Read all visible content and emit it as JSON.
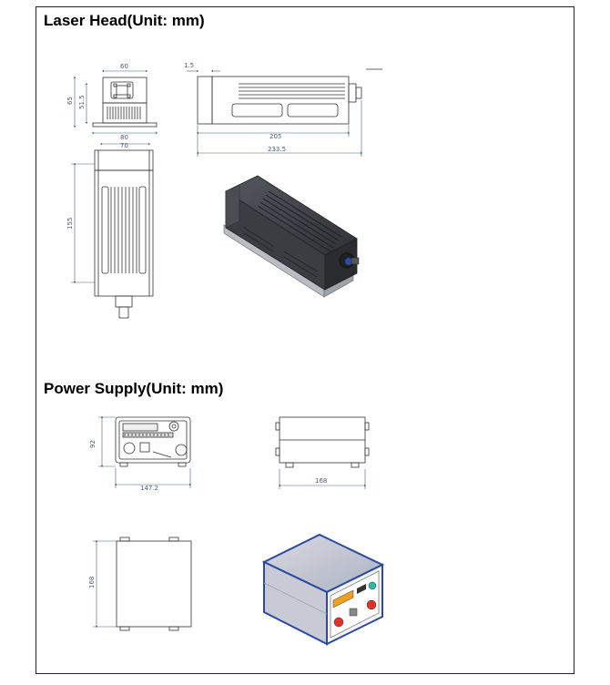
{
  "sections": {
    "laser_head": {
      "title": "Laser Head(Unit: mm)",
      "front_view": {
        "width": "60",
        "height_total": "65",
        "height_inner": "51.5",
        "base_width": "80"
      },
      "side_view": {
        "offset": "1.5",
        "body_length": "205",
        "total_length": "233.5"
      },
      "top_view": {
        "width": "70",
        "length": "155"
      }
    },
    "power_supply": {
      "title": "Power Supply(Unit: mm)",
      "front_view": {
        "height": "92",
        "width": "147.2"
      },
      "side_view": {
        "depth": "168"
      },
      "top_view": {
        "depth": "168"
      }
    }
  },
  "colors": {
    "line": "#333333",
    "dim": "#4a5a7a",
    "ps_blue": "#2a4aa0",
    "ps_gray": "#c8cbd6",
    "head_dark": "#3a3d42",
    "led_red": "#e0312a",
    "led_teal": "#2fb7a8",
    "display_orange": "#f0a020"
  }
}
